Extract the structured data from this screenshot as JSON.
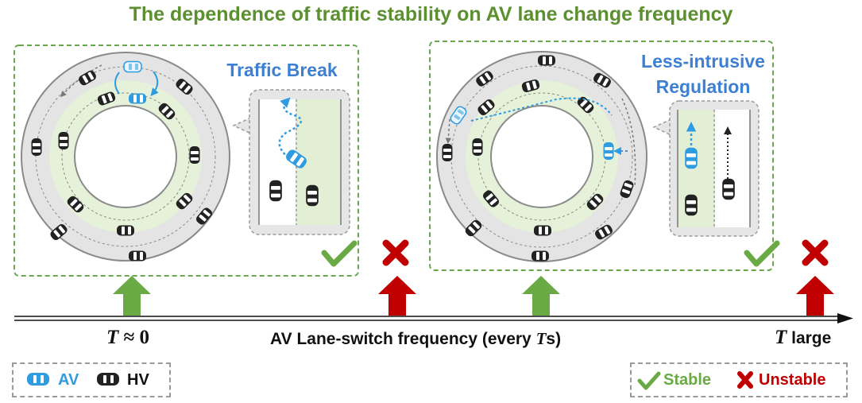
{
  "title": "The dependence of traffic stability on AV lane change frequency",
  "panels": {
    "left_label": "Traffic Break",
    "right_label_line1": "Less-intrusive",
    "right_label_line2": "Regulation"
  },
  "axis": {
    "label": "AV Lane-switch frequency (every ",
    "label_var": "T",
    "label_unit": "s)",
    "left_end_var": "T",
    "left_end_rest": " ≈ 0",
    "right_end_var": "T",
    "right_end_rest": " large"
  },
  "legend": {
    "av": "AV",
    "hv": "HV",
    "stable": "Stable",
    "unstable": "Unstable"
  },
  "colors": {
    "title_green": "#5b8f2f",
    "panel_border": "#6aa84f",
    "av_blue": "#2f9be0",
    "stable_green": "#6aaa44",
    "unstable_red": "#c00000"
  }
}
